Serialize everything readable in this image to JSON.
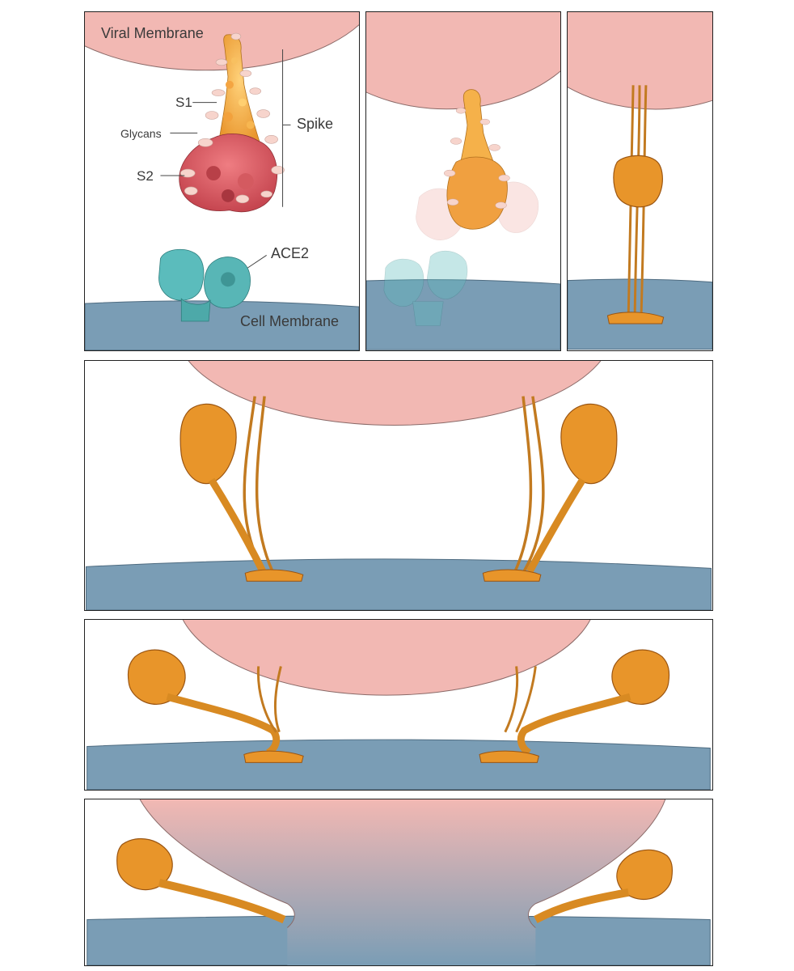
{
  "panel1": {
    "labels": {
      "viral_membrane": "Viral Membrane",
      "s1": "S1",
      "glycans": "Glycans",
      "s2": "S2",
      "spike": "Spike",
      "ace2": "ACE2",
      "cell_membrane": "Cell Membrane"
    }
  },
  "colors": {
    "viral_membrane": "#f2b8b3",
    "cell_membrane": "#7a9db5",
    "spike_s1": "#f5b14a",
    "spike_s2": "#d9575e",
    "glycan": "#f7d4cc",
    "ace2": "#5bbcbc",
    "fusion_coil": "#e8952a",
    "fusion_coil_dark": "#9a5512",
    "panel_border": "#222222",
    "label_text": "#3a3a3a"
  }
}
